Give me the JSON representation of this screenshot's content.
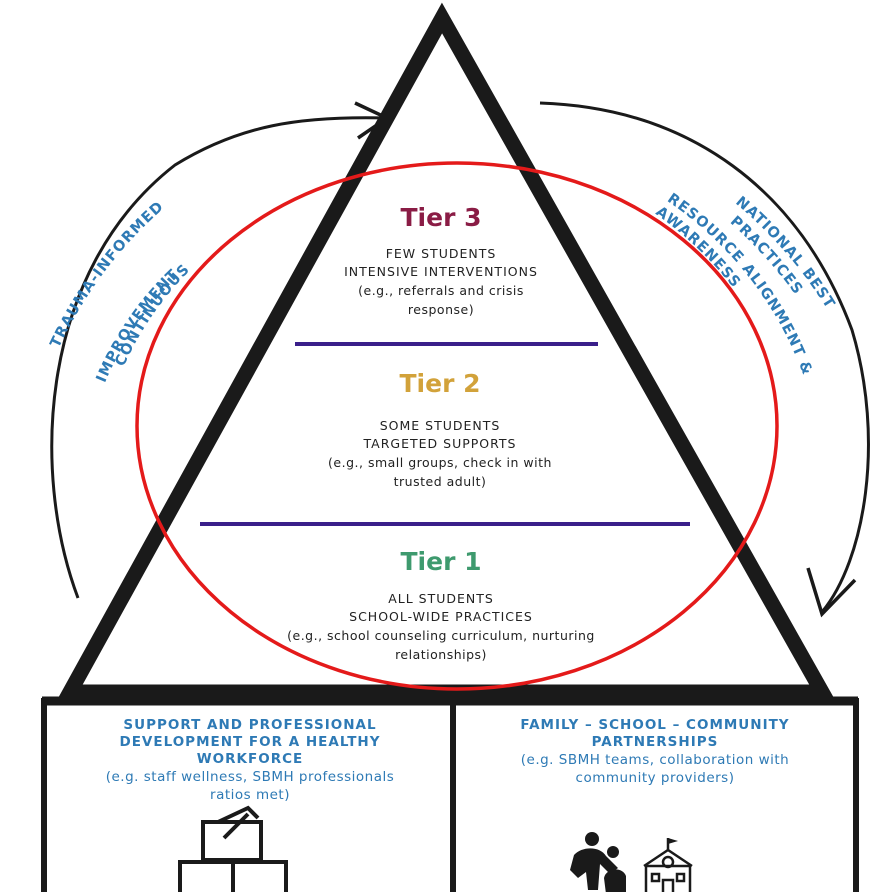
{
  "tiers": [
    {
      "title": "Tier 3",
      "color": "#8a1c45",
      "line1": "FEW STUDENTS",
      "line2": "INTENSIVE INTERVENTIONS",
      "line3": "(e.g., referrals and crisis",
      "line4": "response)"
    },
    {
      "title": "Tier 2",
      "color": "#d2a23a",
      "line1": "SOME STUDENTS",
      "line2": "TARGETED SUPPORTS",
      "line3": "(e.g., small groups, check in with",
      "line4": "trusted adult)"
    },
    {
      "title": "Tier 1",
      "color": "#3e9a6e",
      "line1": "ALL STUDENTS",
      "line2": "SCHOOL-WIDE PRACTICES",
      "line3": "(e.g., school counseling curriculum, nurturing",
      "line4": "relationships)"
    }
  ],
  "side_labels": {
    "trauma": "TRAUMA-INFORMED",
    "continuous_1": "CONTINUOUS",
    "continuous_2": "IMPROVEMENT",
    "national_1": "NATIONAL BEST",
    "national_2": "PRACTICES",
    "resource_1": "RESOURCE ALIGNMENT &",
    "resource_2": "AWARENESS"
  },
  "foundation": {
    "left": {
      "head1": "SUPPORT AND PROFESSIONAL",
      "head2": "DEVELOPMENT FOR A HEALTHY",
      "head3": "WORKFORCE",
      "sub1": "(e.g. staff wellness, SBMH professionals",
      "sub2": "ratios met)",
      "icon": "ballot-box-icon"
    },
    "right": {
      "head1": "FAMILY – SCHOOL – COMMUNITY",
      "head2": "PARTNERSHIPS",
      "sub1": "(e.g. SBMH teams, collaboration with",
      "sub2": "community providers)",
      "icon": "family-school-icon"
    }
  },
  "colors": {
    "outline": "#1a1a1a",
    "divider": "#3a1f8a",
    "highlight_ellipse": "#e41a1a",
    "label_blue": "#2e7ab5"
  }
}
